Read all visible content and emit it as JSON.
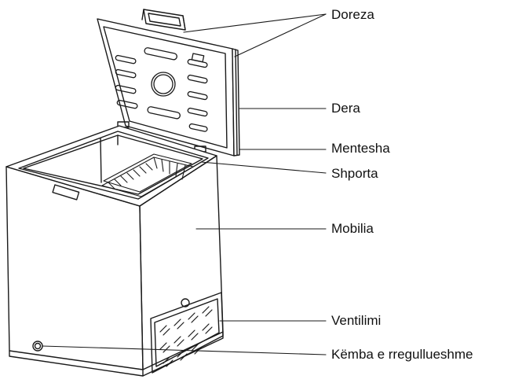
{
  "labels": {
    "handle": "Doreza",
    "door": "Dera",
    "hinge": "Mentesha",
    "basket": "Shporta",
    "cabinet": "Mobilia",
    "ventilation": "Ventilimi",
    "adjustable_foot": "Këmba e rregullueshme"
  },
  "colors": {
    "line": "#1a1a1a",
    "background": "#ffffff"
  }
}
